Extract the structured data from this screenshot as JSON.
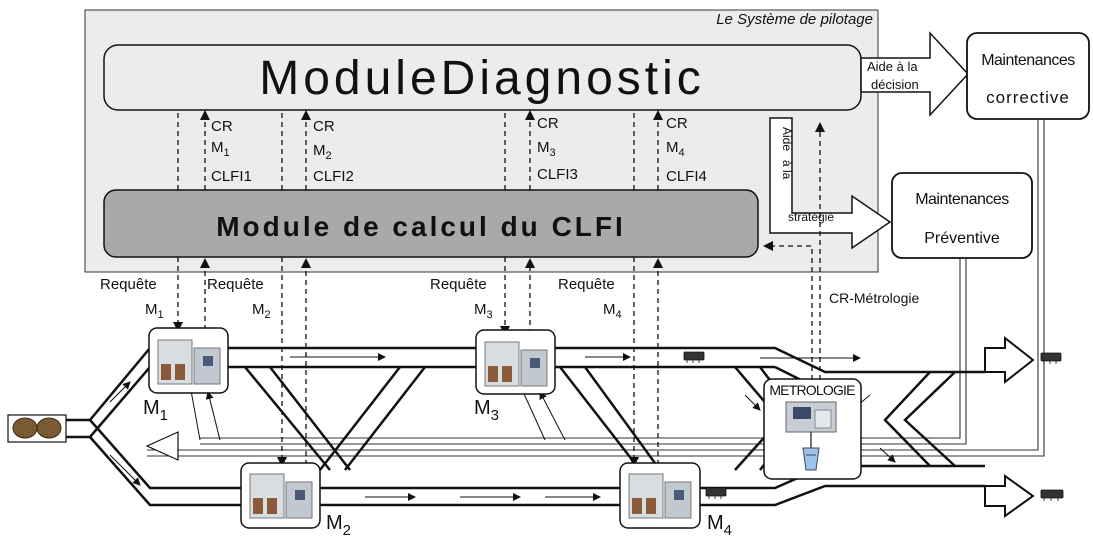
{
  "system_title": "Le Système de pilotage",
  "module_diagnostic": "ModuleDiagnostic",
  "module_calcul": "Module de calcul du CLFI",
  "aide_decision": [
    "Aide à la",
    "décision"
  ],
  "aide_strategie": [
    "Aide",
    "à la"
  ],
  "strategie": "stratégie",
  "maint_corrective": [
    "Maintenances",
    "corrective"
  ],
  "maint_preventive": [
    "Maintenances",
    "Préventive"
  ],
  "cr_metrologie": "CR-Métrologie",
  "metrologie": "METROLOGIE",
  "channels": [
    {
      "cr": "CR",
      "m": "M",
      "sub": "1",
      "clfi": "CLFI1"
    },
    {
      "cr": "CR",
      "m": "M",
      "sub": "2",
      "clfi": "CLFI2"
    },
    {
      "cr": "CR",
      "m": "M",
      "sub": "3",
      "clfi": "CLFI3"
    },
    {
      "cr": "CR",
      "m": "M",
      "sub": "4",
      "clfi": "CLFI4"
    }
  ],
  "requests": [
    {
      "label": "Requête",
      "m": "M",
      "sub": "1"
    },
    {
      "label": "Requête",
      "m": "M",
      "sub": "2"
    },
    {
      "label": "Requête",
      "m": "M",
      "sub": "3"
    },
    {
      "label": "Requête",
      "m": "M",
      "sub": "4"
    }
  ],
  "machines": [
    {
      "m": "M",
      "sub": "1"
    },
    {
      "m": "M",
      "sub": "2"
    },
    {
      "m": "M",
      "sub": "3"
    },
    {
      "m": "M",
      "sub": "4"
    }
  ]
}
